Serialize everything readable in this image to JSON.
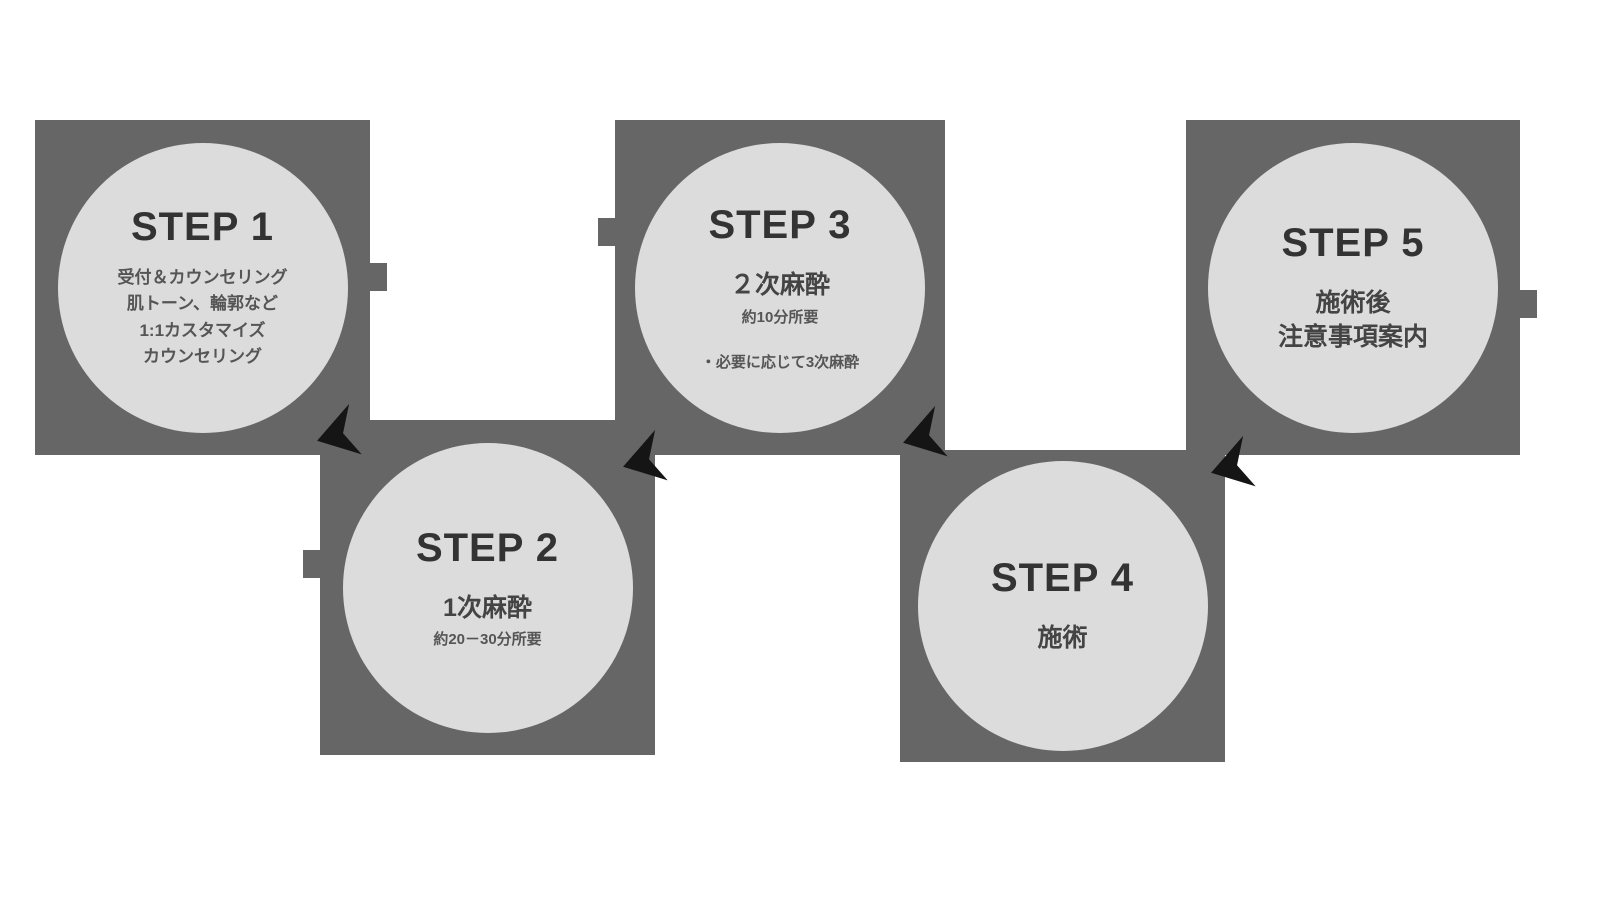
{
  "diagram": {
    "background_color": "#ffffff",
    "square_color": "#666666",
    "circle_color": "#dcdcdc",
    "title_color": "#333333",
    "text_color": "#555555",
    "arrow_color": "#151515"
  },
  "steps": [
    {
      "title": "STEP 1",
      "lines": [
        "受付＆カウンセリング",
        "肌トーン、輪郭など",
        "1:1カスタマイズ",
        "カウンセリング"
      ]
    },
    {
      "title": "STEP 2",
      "heading": "1次麻酔",
      "sub": "約20－30分所要"
    },
    {
      "title": "STEP 3",
      "heading": "２次麻酔",
      "sub": "約10分所要",
      "note": "・必要に応じて3次麻酔"
    },
    {
      "title": "STEP 4",
      "heading": "施術"
    },
    {
      "title": "STEP 5",
      "heading_lines": [
        "施術後",
        "注意事項案内"
      ]
    }
  ]
}
